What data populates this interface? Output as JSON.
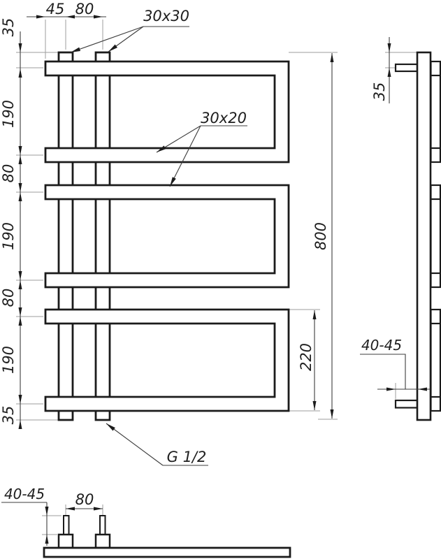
{
  "drawing_type": "technical-drawing",
  "front_view": {
    "top_dims": {
      "d45": "45",
      "d80": "80"
    },
    "left_chain": [
      "35",
      "190",
      "80",
      "190",
      "80",
      "190",
      "35"
    ],
    "right_dims": {
      "d800": "800",
      "d220": "220"
    },
    "labels": {
      "profile_vertical": "30x30",
      "profile_horizontal": "30x20",
      "thread": "G 1/2"
    }
  },
  "side_view": {
    "dims": {
      "d35": "35",
      "d40_45": "40-45"
    }
  },
  "bottom_view": {
    "dims": {
      "d40_45": "40-45",
      "d80": "80"
    }
  },
  "colors": {
    "line": "#1b1b1b",
    "dim": "#3c3c3c",
    "ext": "#9e9e9e",
    "text": "#1f1f1f",
    "bg": "#ffffff"
  }
}
